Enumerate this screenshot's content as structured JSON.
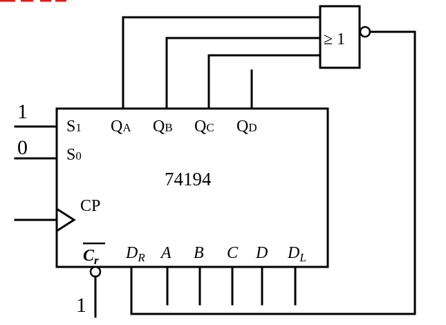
{
  "chip": {
    "part": "74194",
    "pins": {
      "s1": "S1",
      "s0": "S0",
      "qa": "QA",
      "qb": "QB",
      "qc": "QC",
      "qd": "QD",
      "cp": "CP",
      "cr": "Cr",
      "dr": "DR",
      "a": "A",
      "b": "B",
      "c": "C",
      "d": "D",
      "dl": "DL"
    }
  },
  "inputs": {
    "s1_value": "1",
    "s0_value": "0",
    "cr_value": "1"
  },
  "gate": {
    "symbol": "≥ 1"
  }
}
